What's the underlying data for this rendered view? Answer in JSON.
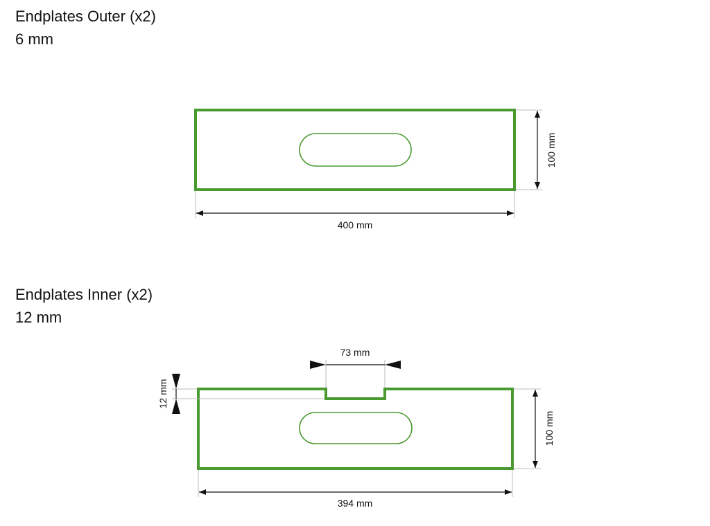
{
  "outer": {
    "title": "Endplates Outer (x2)",
    "thickness": "6 mm",
    "width_label": "400 mm",
    "height_label": "100 mm"
  },
  "inner": {
    "title": "Endplates Inner (x2)",
    "thickness": "12 mm",
    "width_label": "394 mm",
    "height_label": "100 mm",
    "notch_width_label": "73 mm",
    "notch_depth_label": "12 mm"
  },
  "colors": {
    "outline": "#4a9a32",
    "dimension": "#111111",
    "extension": "#bbbbbb"
  }
}
